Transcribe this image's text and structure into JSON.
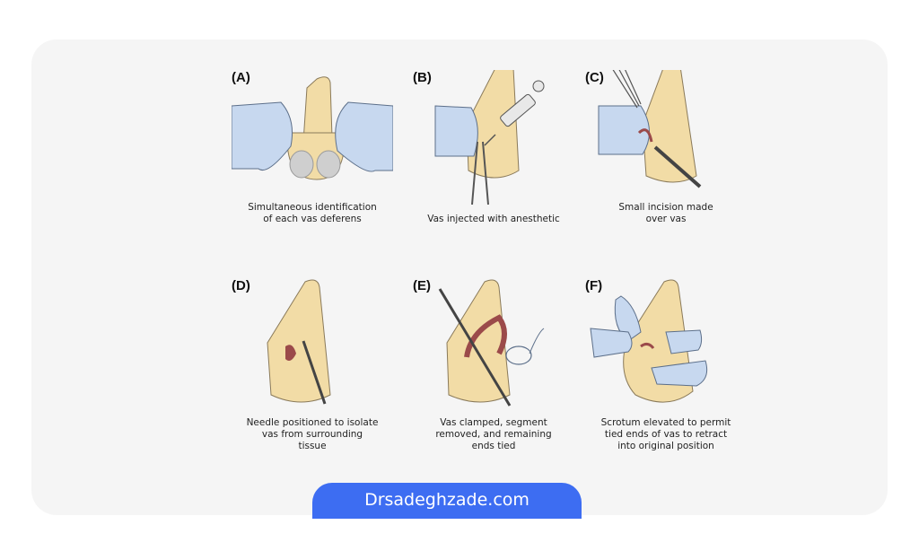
{
  "panels": [
    {
      "letter": "(A)",
      "caption": "Simultaneous identification\nof each vas deferens"
    },
    {
      "letter": "(B)",
      "caption": "Vas injected with anesthetic"
    },
    {
      "letter": "(C)",
      "caption": "Small incision made\nover vas"
    },
    {
      "letter": "(D)",
      "caption": "Needle positioned to isolate\nvas from surrounding\ntissue"
    },
    {
      "letter": "(E)",
      "caption": "Vas clamped, segment\nremoved, and remaining\nends tied"
    },
    {
      "letter": "(F)",
      "caption": "Scrotum elevated to permit\ntied ends of vas to retract\ninto original position"
    }
  ],
  "banner": {
    "text": "Drsadeghzade.com"
  },
  "colors": {
    "skin": "#f2dca6",
    "skin_outline": "#8a7a5a",
    "glove": "#c7d8ef",
    "glove_outline": "#5c6f8a",
    "tissue": "#9b4a4a",
    "banner": "#3d6df2"
  }
}
